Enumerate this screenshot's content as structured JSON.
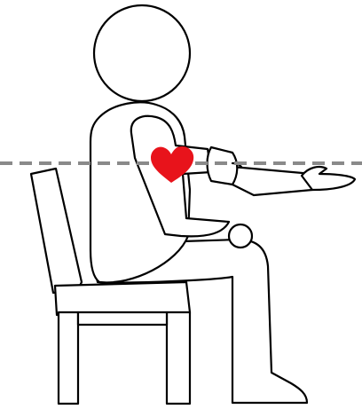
{
  "figure": {
    "alt": "",
    "colors": {
      "outline": "#000000",
      "fill": "#ffffff",
      "heart": "#e8131b",
      "heart_level_line": "#8a8a8a"
    },
    "elements": [
      "chair",
      "seated-person",
      "head",
      "heart",
      "blood-pressure-cuff",
      "heart-level-reference-line"
    ]
  }
}
